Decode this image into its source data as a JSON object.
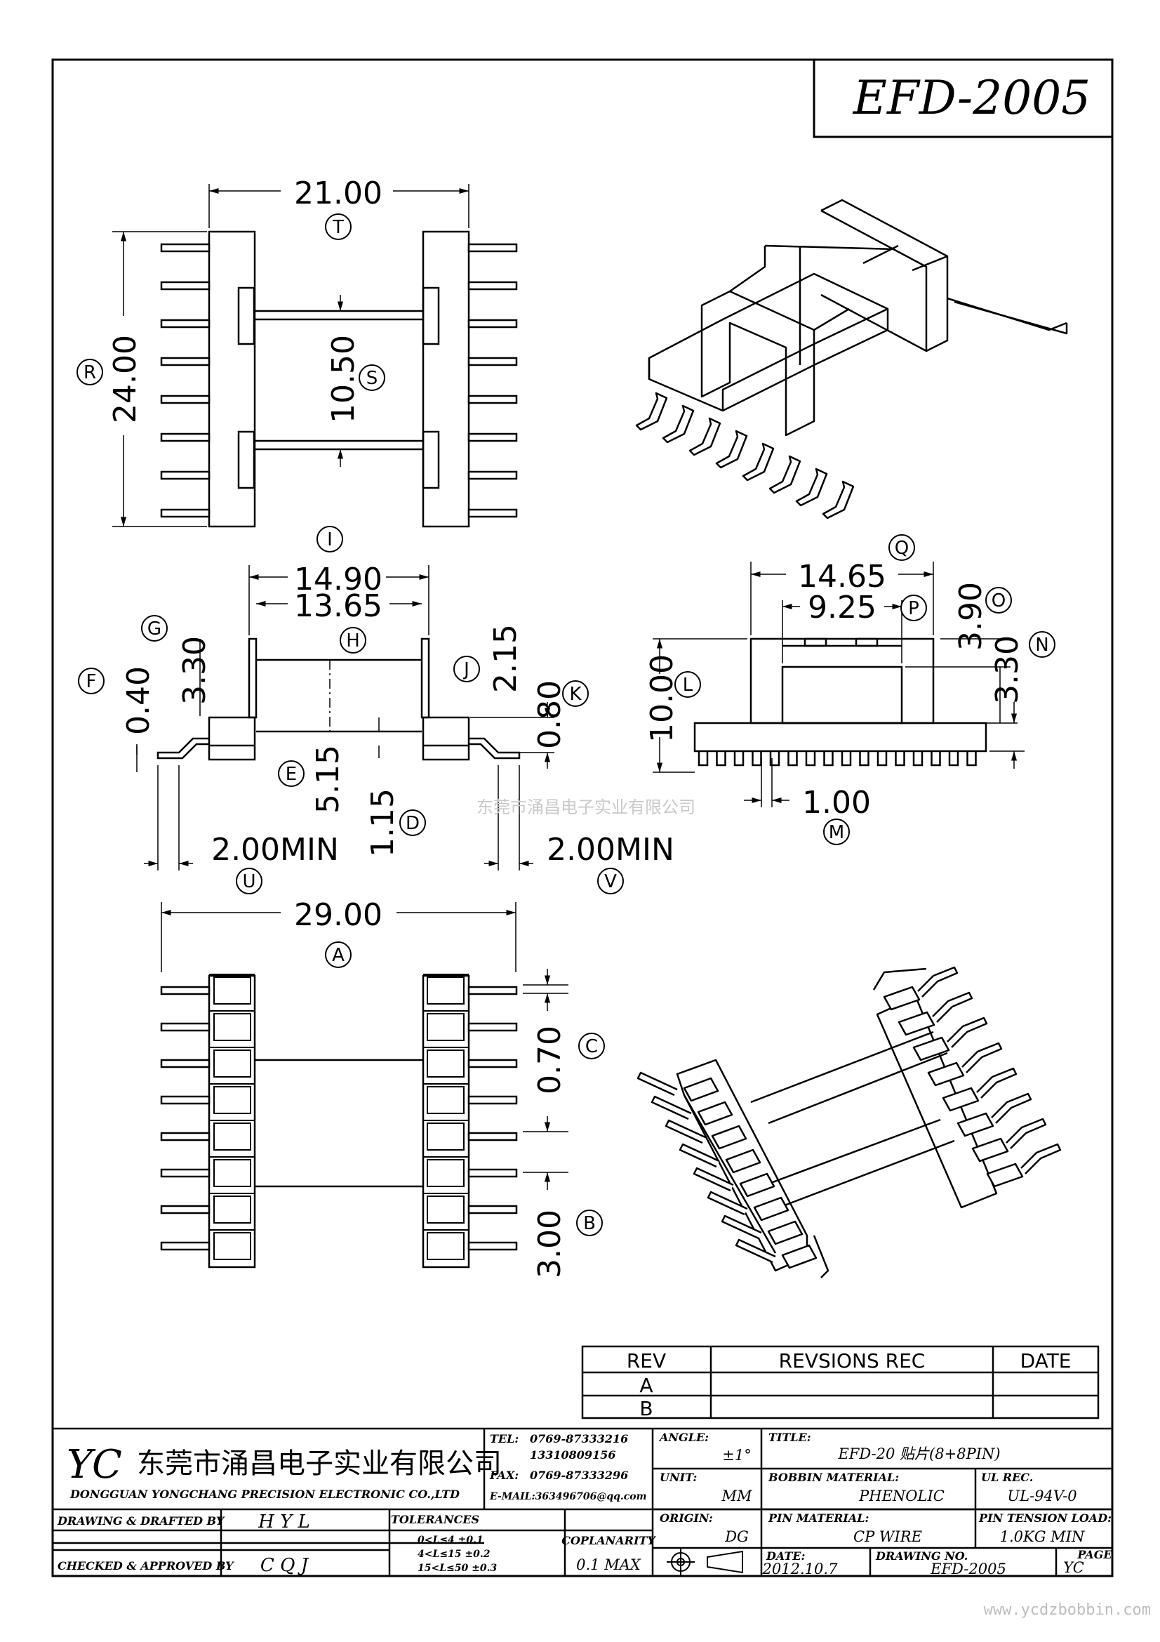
{
  "drawing_title": "EFD-2005",
  "dimensions": {
    "T": "21.00",
    "R": "24.00",
    "S": "10.50",
    "I": "14.90",
    "H": "13.65",
    "G": "3.30",
    "F": "0.40",
    "J": "2.15",
    "K": "0.80",
    "E": "5.15",
    "D": "1.15",
    "U": "2.00MIN",
    "V": "2.00MIN",
    "Q": "14.65",
    "P": "9.25",
    "O": "3.90",
    "N": "3.30",
    "L": "10.00",
    "M": "1.00",
    "A": "29.00",
    "C": "0.70",
    "B": "3.00"
  },
  "callouts": [
    "T",
    "R",
    "S",
    "I",
    "H",
    "G",
    "F",
    "J",
    "K",
    "E",
    "D",
    "U",
    "V",
    "Q",
    "P",
    "O",
    "N",
    "L",
    "M",
    "A",
    "C",
    "B"
  ],
  "watermark": "东莞市涌昌电子实业有限公司",
  "footer_url": "www.ycdzbobbin.com",
  "revision": {
    "headers": [
      "REV",
      "REVSIONS REC",
      "DATE"
    ],
    "rows": [
      [
        "A",
        "",
        ""
      ],
      [
        "B",
        "",
        ""
      ]
    ]
  },
  "title_block": {
    "logo": "YC",
    "company_cn": "东莞市涌昌电子实业有限公司",
    "company_en": "DONGGUAN YONGCHANG PRECISION ELECTRONIC CO.,LTD",
    "tel_label": "TEL:",
    "tel_1": "0769-87333216",
    "tel_2": "13310809156",
    "fax_label": "FAX:",
    "fax": "0769-87333296",
    "email": "E-MAIL:363496706@qq.com",
    "angle_label": "ANGLE:",
    "angle": "±1°",
    "title_label": "TITLE:",
    "title": "EFD-20 贴片(8+8PIN)",
    "unit_label": "UNIT:",
    "unit": "MM",
    "bobbin_material_label": "BOBBIN MATERIAL:",
    "bobbin_material": "PHENOLIC",
    "ul_rec_label": "UL REC.",
    "ul_rec": "UL-94V-0",
    "drawing_label": "DRAWING & DRAFTED BY",
    "drawing_by": "H Y L",
    "tolerances_label": "TOLERANCES",
    "tolerances": [
      "0<L≤4   ±0.1",
      "4<L≤15  ±0.2",
      "15<L≤50 ±0.3"
    ],
    "coplanarity_label": "COPLANARITY",
    "coplanarity": "0.1 MAX",
    "origin_label": "ORIGIN:",
    "origin": "DG",
    "pin_material_label": "PIN MATERIAL:",
    "pin_material": "CP WIRE",
    "pin_tension_label": "PIN TENSION LOAD:",
    "pin_tension": "1.0KG MIN",
    "checked_label": "CHECKED & APPROVED BY",
    "checked_by": "C Q J",
    "date_label": "DATE:",
    "date": "2012.10.7",
    "drawing_no_label": "DRAWING NO.",
    "drawing_no": "EFD-2005",
    "page_label": "PAGE",
    "page": "YC"
  }
}
